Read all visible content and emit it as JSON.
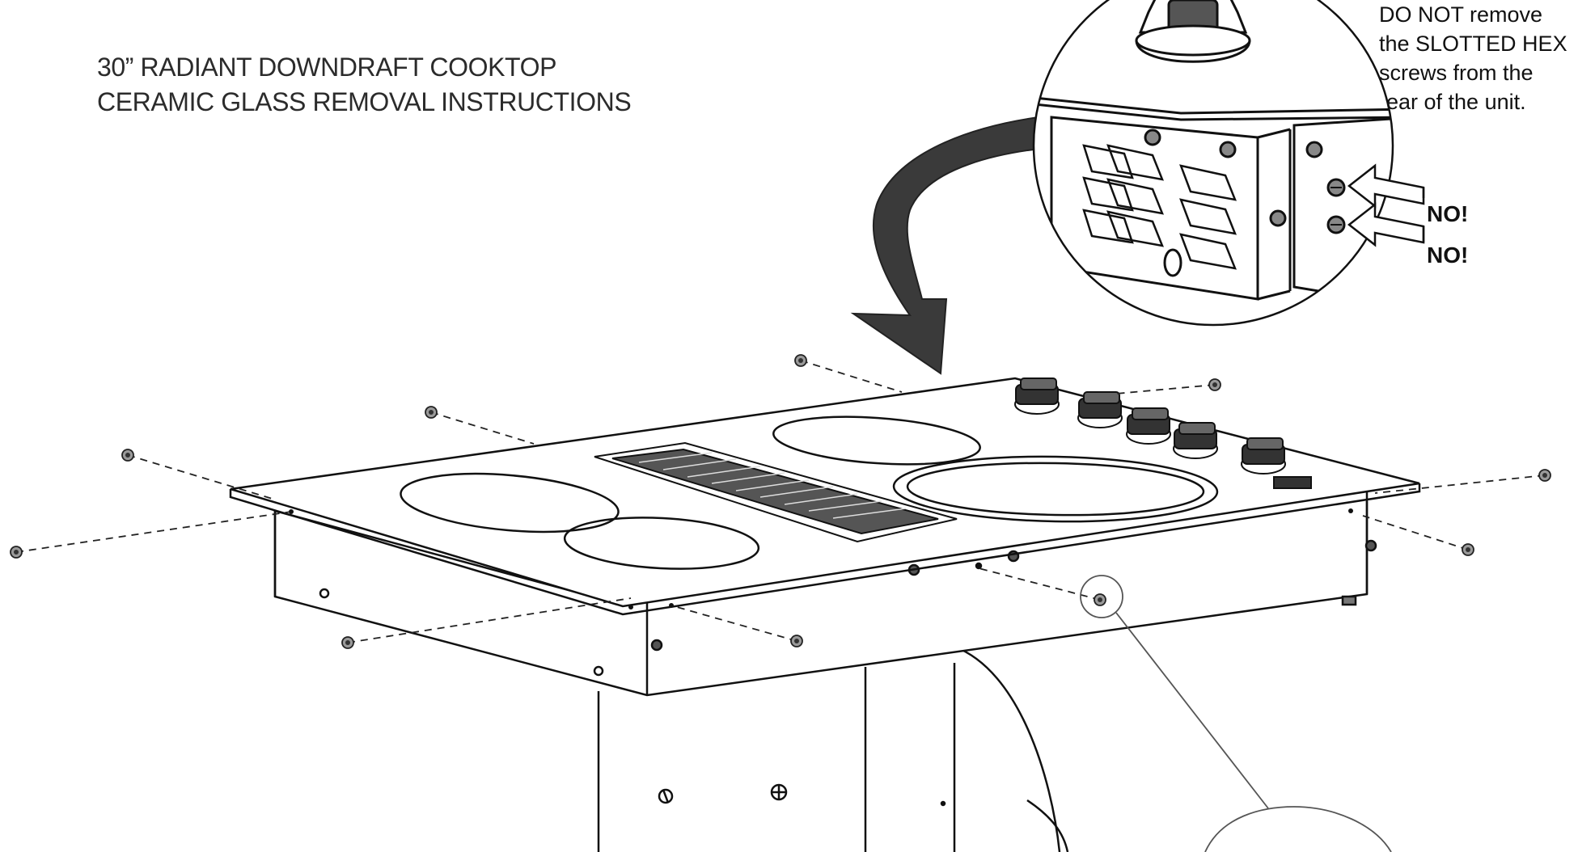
{
  "title": {
    "line1": "30” RADIANT DOWNDRAFT COOKTOP",
    "line2": "CERAMIC GLASS REMOVAL INSTRUCTIONS"
  },
  "warning": {
    "line1": "DO NOT  remove",
    "line2": "the  SLOTTED HEX",
    "line3": "screws from the",
    "line4": "rear of the unit."
  },
  "callouts": {
    "no_upper": "NO!",
    "no_lower": "NO!"
  },
  "icons": [
    "screw-icon",
    "knob-icon",
    "burner-icon",
    "vent-grille-icon",
    "curved-arrow-icon"
  ],
  "colors": {
    "line": "#111111",
    "arrow": "#3a3a3a",
    "screw": "#8a8a8a"
  }
}
